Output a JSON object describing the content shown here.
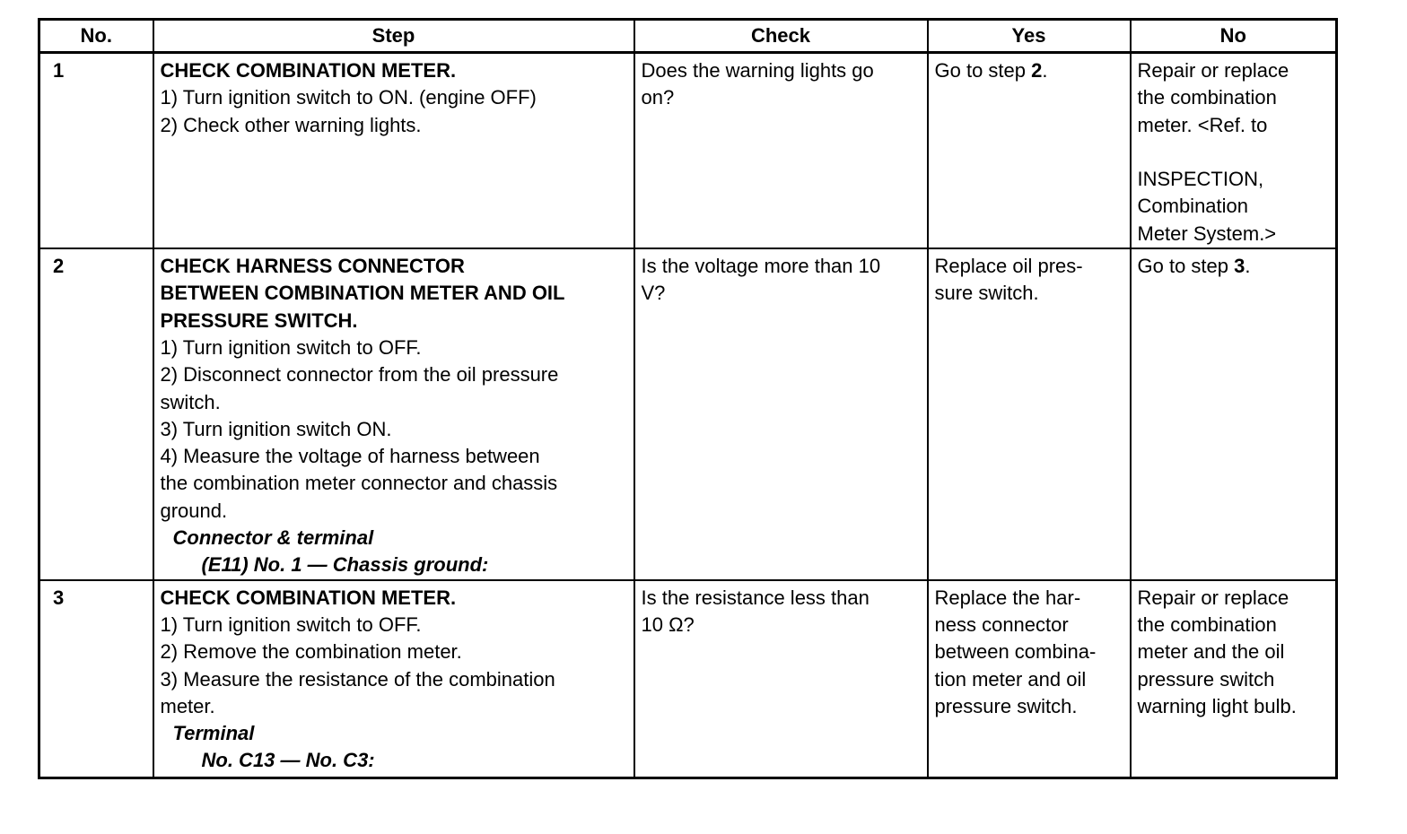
{
  "headers": {
    "no": "No.",
    "step": "Step",
    "check": "Check",
    "yes": "Yes",
    "no_col": "No"
  },
  "rows": [
    {
      "no": "1",
      "step_title": "CHECK COMBINATION METER.",
      "step_lines": [
        "1) Turn ignition switch to ON. (engine OFF)",
        "2) Check other warning lights."
      ],
      "check_lines": [
        "Does the warning lights go",
        "on?"
      ],
      "yes_prefix": "Go to step ",
      "yes_step": "2",
      "yes_suffix": ".",
      "no_lines": [
        "Repair or replace",
        "the combination",
        "meter. <Ref. to",
        "INSPECTION,",
        "Combination",
        "Meter System.>"
      ]
    },
    {
      "no": "2",
      "step_title_lines": [
        "CHECK HARNESS CONNECTOR",
        "BETWEEN COMBINATION METER AND OIL",
        "PRESSURE SWITCH."
      ],
      "step_lines": [
        "1) Turn ignition switch to OFF.",
        "2) Disconnect connector from the oil pressure",
        "switch.",
        "3) Turn ignition switch ON.",
        "4) Measure the voltage of harness between",
        "the combination meter connector and chassis",
        "ground."
      ],
      "spec_label": "Connector & terminal",
      "spec_value": "(E11) No. 1 — Chassis ground:",
      "check_lines": [
        "Is the voltage more than 10",
        "V?"
      ],
      "yes_lines": [
        "Replace oil pres-",
        "sure switch."
      ],
      "no_prefix": "Go to step ",
      "no_step": "3",
      "no_suffix": "."
    },
    {
      "no": "3",
      "step_title": "CHECK COMBINATION METER.",
      "step_lines": [
        "1) Turn ignition switch to OFF.",
        "2) Remove the combination meter.",
        "3) Measure the resistance of the combination",
        "meter."
      ],
      "spec_label": "Terminal",
      "spec_value": "No. C13 — No. C3:",
      "check_lines": [
        "Is the resistance less than",
        "10 Ω?"
      ],
      "yes_lines": [
        "Replace the har-",
        "ness connector",
        "between combina-",
        "tion meter and oil",
        "pressure switch."
      ],
      "no_lines": [
        "Repair or replace",
        "the combination",
        "meter and the oil",
        "pressure switch",
        "warning light bulb."
      ]
    }
  ]
}
